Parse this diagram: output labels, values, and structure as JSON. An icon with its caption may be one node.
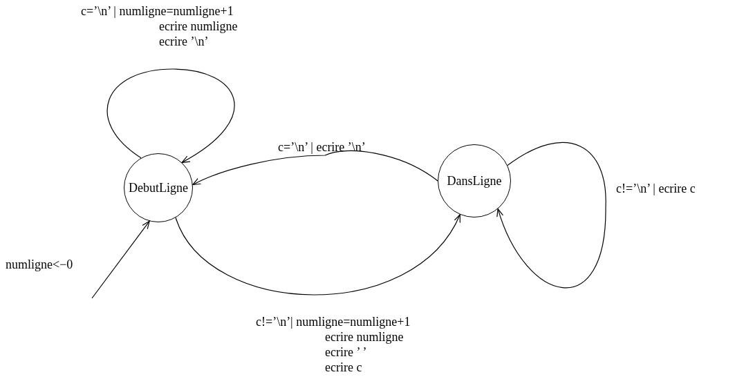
{
  "diagram": {
    "nodes": [
      {
        "text": [
          "DebutLigne"
        ]
      },
      {
        "text": [
          "DansLigne"
        ]
      }
    ],
    "edges": [
      {
        "from": 0,
        "to": 0,
        "arrow": "to",
        "label": "c=’\\n’ | numligne=numligne+1 ecrire numligne ecrire ’\\n’"
      },
      {
        "from": 1,
        "to": 0,
        "arrow": "to",
        "label": "c=’\\n’ | ecrire ’\\n’"
      },
      {
        "from": 1,
        "to": 1,
        "arrow": "to",
        "label": "c!=’\\n’ | ecrire c"
      },
      {
        "from": 0,
        "to": 1,
        "arrow": "to",
        "label": "c!=’\\n’| numligne=numligne+1 ecrire numligne ecrire ’ ’ ecrire c"
      },
      {
        "from": null,
        "to": 0,
        "arrow": "to",
        "label": "numligne<−0"
      }
    ]
  }
}
